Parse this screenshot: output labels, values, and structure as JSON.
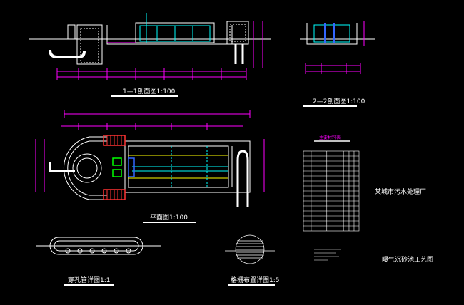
{
  "drawing": {
    "bg": "#000000",
    "colors": {
      "outline": "#ffffff",
      "dimension": "#ff00ff",
      "dim_text": "#ffff00",
      "water": "#00ffff",
      "pipe_green": "#00ff00",
      "brick": "#ff3333",
      "blue": "#3366ff"
    },
    "titles": {
      "section_1": "1—1剖面图1:100",
      "section_2": "2—2剖面图1:100",
      "plan": "平面图1:100",
      "pipe_detail": "穿孔管详图1:1",
      "grate_detail": "格栅布置详图1:5",
      "table_title": "主要材料表",
      "plant_name": "某城市污水处理厂",
      "sheet_name": "曝气沉砂池工艺图"
    },
    "table": {
      "rows": 16,
      "cols": 6
    },
    "icons": [
      "north-arrow-icon",
      "section-mark-icon"
    ]
  }
}
